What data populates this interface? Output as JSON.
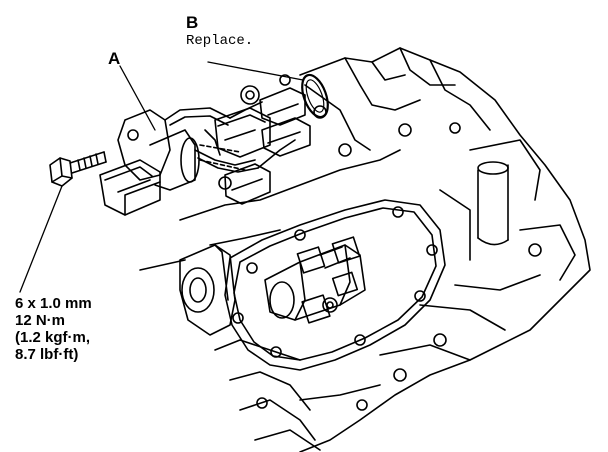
{
  "callouts": {
    "a": "A",
    "b": "B",
    "b_note": "Replace."
  },
  "torque_spec": {
    "lines": [
      "6 x 1.0 mm",
      "12 N·m",
      "(1.2 kgf·m,",
      "8.7 lbf·ft)"
    ]
  },
  "colors": {
    "ink": "#000000",
    "paper": "#ffffff"
  }
}
